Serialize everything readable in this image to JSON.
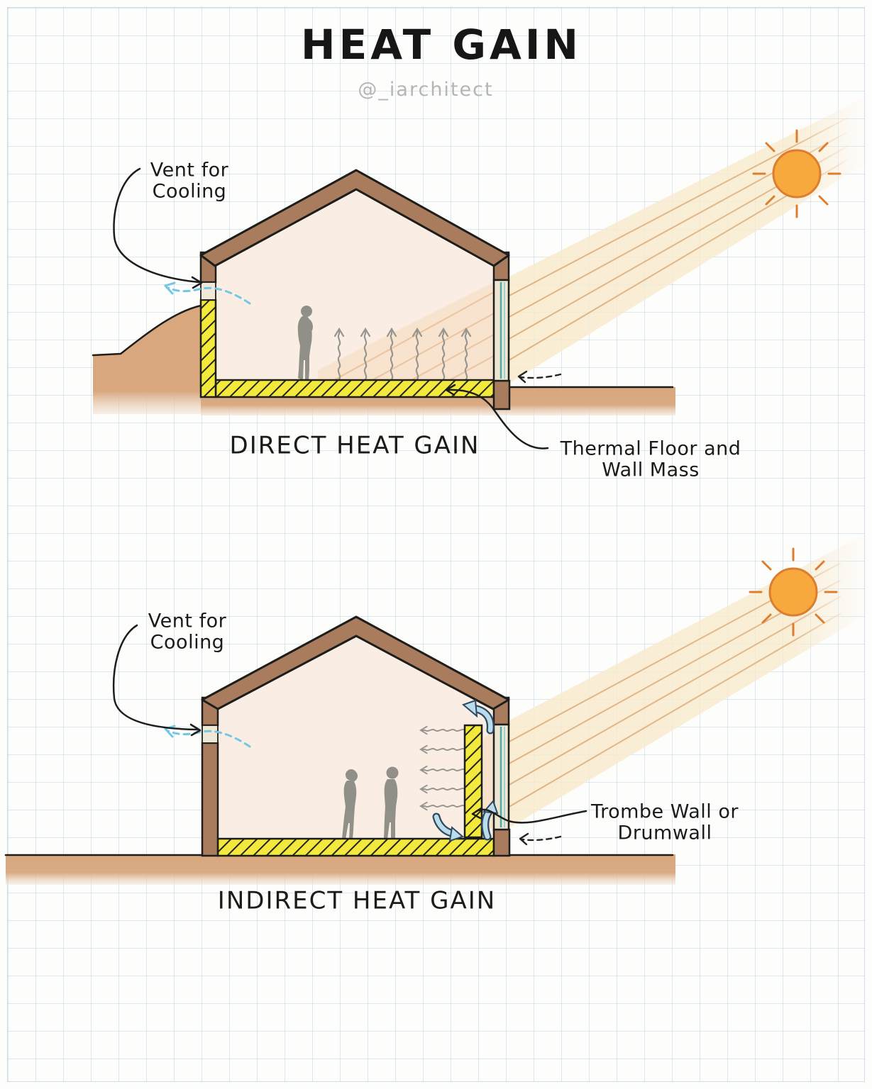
{
  "title": "HEAT GAIN",
  "credit": "@_iarchitect",
  "colors": {
    "ink": "#1d1d1b",
    "roof_wall_brown": "#a87c5d",
    "ground_tan": "#d8a77d",
    "thermal_mass_yellow": "#f2e93c",
    "interior_cream": "#faeee4",
    "window_glass_teal": "#4fa9a4",
    "sun_fill": "#f7a93e",
    "sun_stroke": "#dd7e2e",
    "sunbeam": "#f8eacd",
    "vent_arrow_blue": "#74c7e4",
    "circulation_arrow_blue": "#bbdcec",
    "credit_gray": "#b5b5b5"
  },
  "direct": {
    "caption": "DIRECT HEAT GAIN",
    "vent_label_line1": "Vent for",
    "vent_label_line2": "Cooling",
    "thermal_label_line1": "Thermal Floor and",
    "thermal_label_line2": "Wall Mass"
  },
  "indirect": {
    "caption": "INDIRECT HEAT GAIN",
    "vent_label_line1": "Vent for",
    "vent_label_line2": "Cooling",
    "trombe_label_line1": "Trombe Wall or",
    "trombe_label_line2": "Drumwall"
  }
}
